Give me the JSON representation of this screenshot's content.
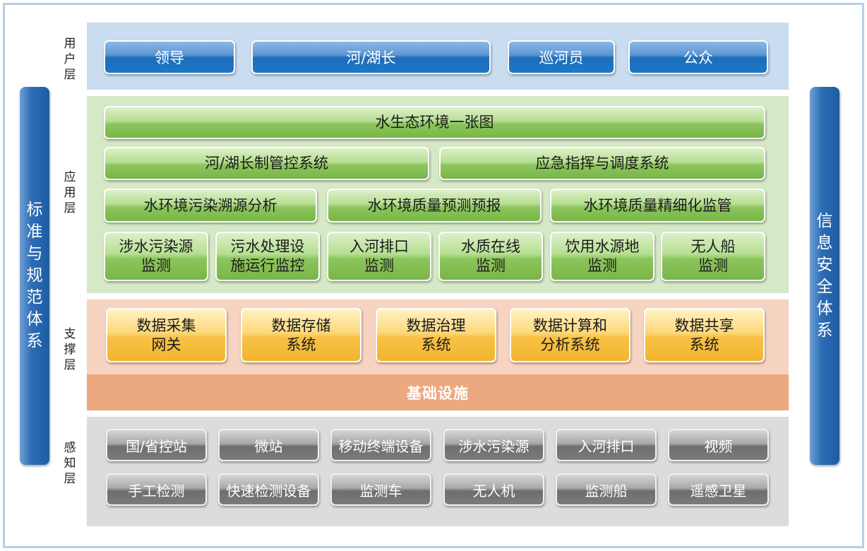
{
  "layers": {
    "user": "用户层",
    "app": "应用层",
    "support": "支撑层",
    "sense": "感知层"
  },
  "left_bar": "标准与规范体系",
  "right_bar": "信息安全体系",
  "user_layer": [
    "领导",
    "河/湖长",
    "巡河员",
    "公众"
  ],
  "app_layer": {
    "row1": "水生态环境一张图",
    "row2": [
      "河/湖长制管控系统",
      "应急指挥与调度系统"
    ],
    "row3": [
      "水环境污染溯源分析",
      "水环境质量预测预报",
      "水环境质量精细化监管"
    ],
    "row4": [
      "涉水污染源\n监测",
      "污水处理设\n施运行监控",
      "入河排口\n监测",
      "水质在线\n监测",
      "饮用水源地\n监测",
      "无人船\n监测"
    ]
  },
  "support_layer": [
    "数据采集\n网关",
    "数据存储\n系统",
    "数据治理\n系统",
    "数据计算和\n分析系统",
    "数据共享\n系统"
  ],
  "infrastructure": "基础设施",
  "sense_layer": {
    "row1": [
      "国/省控站",
      "微站",
      "移动终端设备",
      "涉水污染源",
      "入河排口",
      "视频"
    ],
    "row2": [
      "手工检测",
      "快速检测设备",
      "监测车",
      "无人机",
      "监测船",
      "遥感卫星"
    ]
  }
}
